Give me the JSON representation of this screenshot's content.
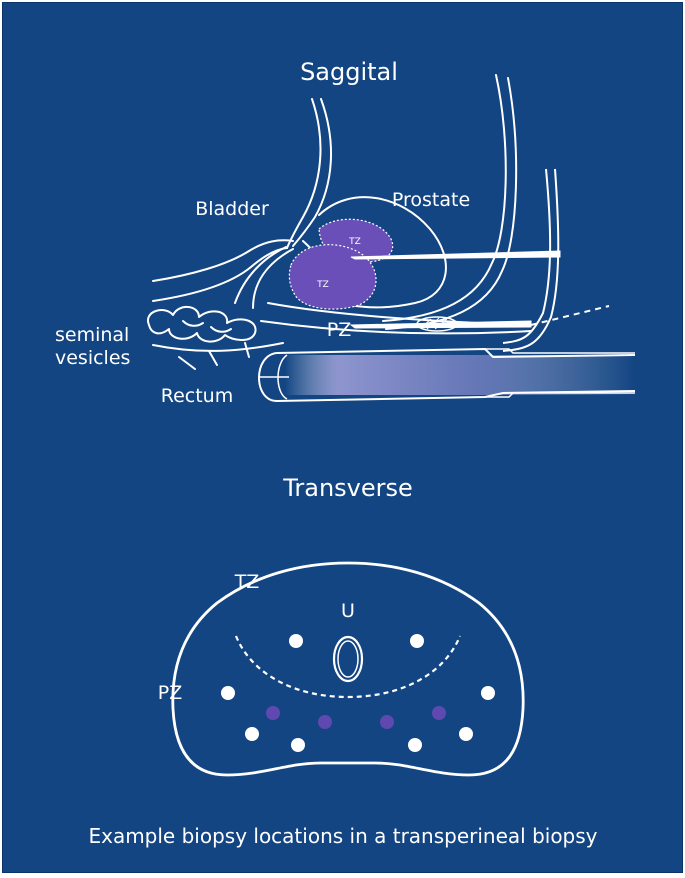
{
  "colors": {
    "background": "#134583",
    "line": "#ffffff",
    "zone_fill": "#6a4fb8",
    "biopsy_core_peripheral": "#ffffff",
    "biopsy_core_transition": "#5f49b0"
  },
  "sagittal": {
    "title": "Saggital",
    "labels": {
      "bladder": "Bladder",
      "prostate": "Prostate",
      "seminal_line1": "seminal",
      "seminal_line2": "vesicles",
      "rectum": "Rectum",
      "tz_upper": "TZ",
      "tz_lower": "TZ",
      "pz": "PZ"
    }
  },
  "transverse": {
    "title": "Transverse",
    "labels": {
      "tz": "TZ",
      "urethra": "U",
      "pz": "PZ"
    },
    "peripheral_core_count": 8,
    "transition_core_count": 4
  },
  "caption": "Example biopsy locations in a transperineal biopsy"
}
